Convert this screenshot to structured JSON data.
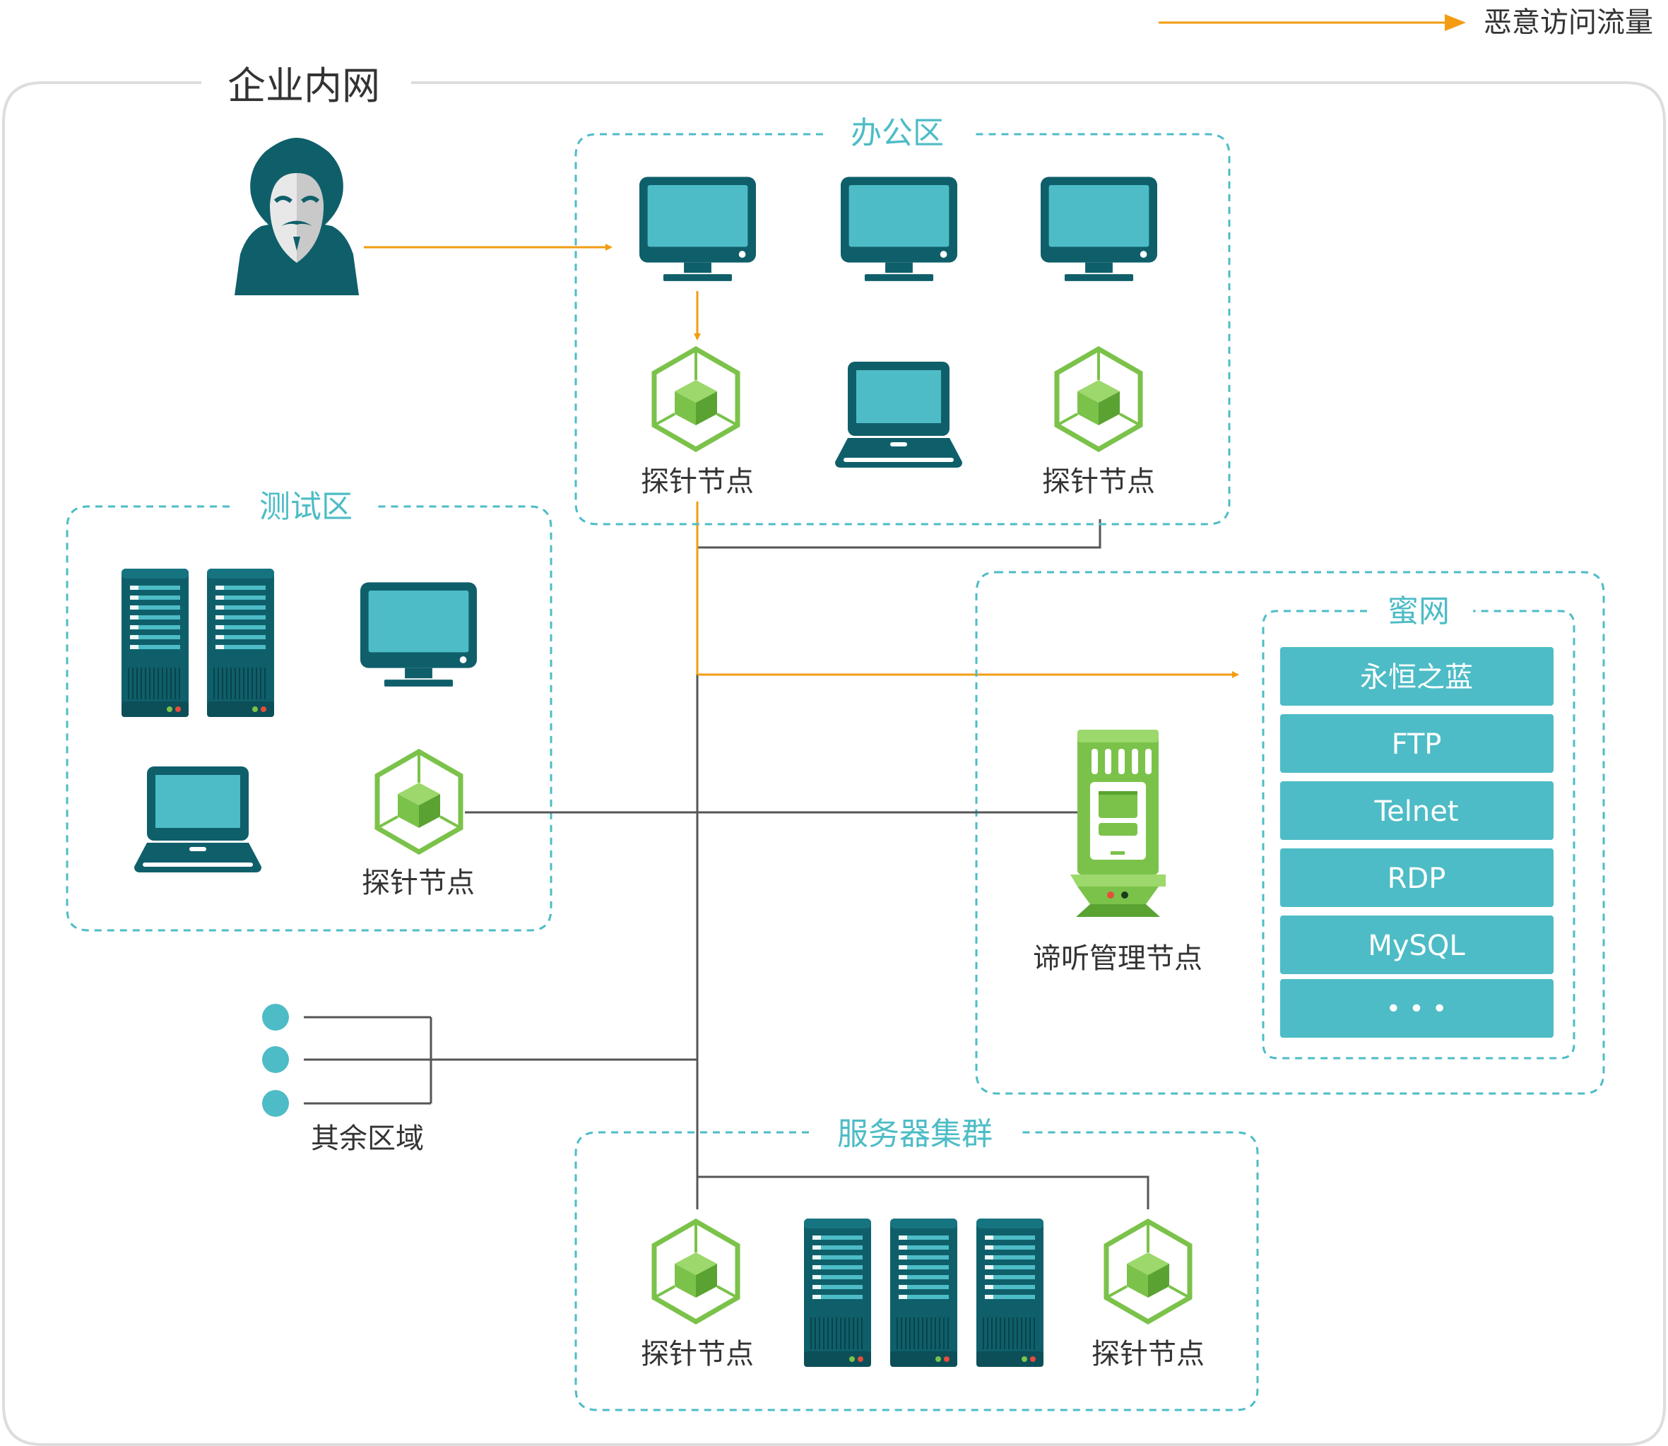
{
  "legend": {
    "label": "恶意访问流量",
    "color": "#f39c12"
  },
  "intranet": {
    "title": "企业内网"
  },
  "zones": {
    "office": {
      "title": "办公区"
    },
    "test": {
      "title": "测试区"
    },
    "honeypot": {
      "title": "蜜网"
    },
    "servers": {
      "title": "服务器集群"
    },
    "others": {
      "title": "其余区域"
    }
  },
  "probe_label": "探针节点",
  "manager_label": "谛听管理节点",
  "honeypot_services": [
    "永恒之蓝",
    "FTP",
    "Telnet",
    "RDP",
    "MySQL",
    "• • •"
  ],
  "colors": {
    "teal": "#4dbcc6",
    "dark_teal": "#0f5f6a",
    "green": "#7bc24a",
    "orange": "#f39c12",
    "line": "#555555",
    "dash": "#4dbcc6"
  }
}
